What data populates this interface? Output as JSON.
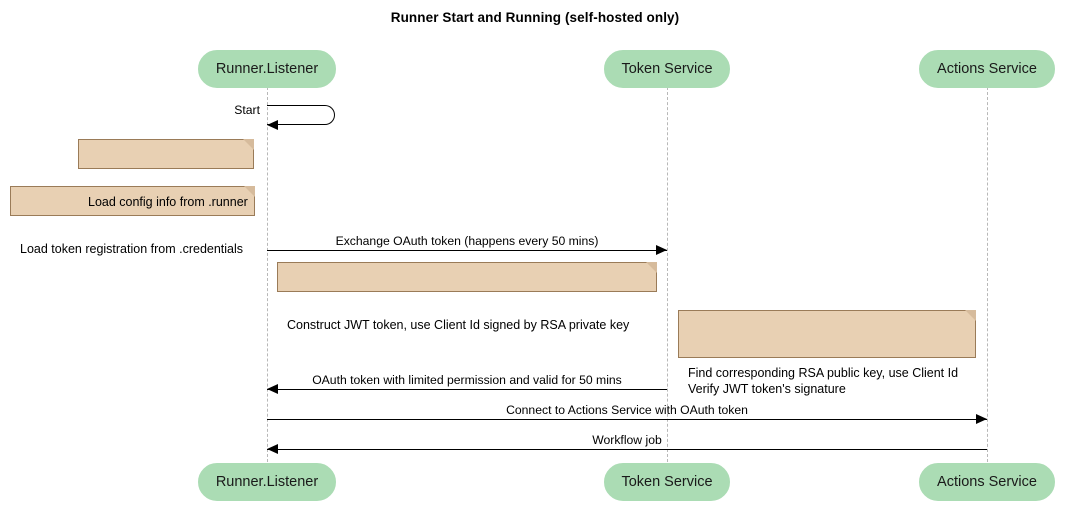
{
  "diagram": {
    "type": "sequence-diagram",
    "title": "Runner Start and Running (self-hosted only)",
    "colors": {
      "participant_fill": "#abdcb4",
      "note_fill": "#e8d0b3",
      "note_border": "#9a7b58",
      "lifeline": "#b8b8b8",
      "message": "#000000",
      "background": "#ffffff"
    },
    "participants": [
      {
        "id": "runner",
        "label": "Runner.Listener"
      },
      {
        "id": "token",
        "label": "Token Service"
      },
      {
        "id": "actions",
        "label": "Actions Service"
      }
    ],
    "participants_bottom": [
      {
        "id": "runner",
        "label": "Runner.Listener"
      },
      {
        "id": "token",
        "label": "Token Service"
      },
      {
        "id": "actions",
        "label": "Actions Service"
      }
    ],
    "messages": [
      {
        "id": "m1",
        "label": "Start",
        "from": "runner",
        "to": "runner",
        "kind": "self"
      },
      {
        "id": "m2",
        "label": "Exchange OAuth token (happens every 50 mins)",
        "from": "runner",
        "to": "token",
        "kind": "sync",
        "direction": "right"
      },
      {
        "id": "m3",
        "label": "OAuth token with limited permission and valid for 50 mins",
        "from": "token",
        "to": "runner",
        "kind": "sync",
        "direction": "left"
      },
      {
        "id": "m4",
        "label": "Connect to Actions Service with OAuth token",
        "from": "runner",
        "to": "actions",
        "kind": "sync",
        "direction": "right"
      },
      {
        "id": "m5",
        "label": "Workflow job",
        "from": "actions",
        "to": "runner",
        "kind": "sync",
        "direction": "left"
      }
    ],
    "notes": [
      {
        "id": "n1",
        "text": "Load config info from .runner",
        "attached_to": "runner"
      },
      {
        "id": "n2",
        "text": "Load token registration from .credentials",
        "attached_to": "runner"
      },
      {
        "id": "n3",
        "text": "Construct JWT token, use Client Id signed by RSA private key",
        "attached_to": "runner"
      },
      {
        "id": "n4",
        "text": "Find corresponding RSA public key, use Client Id\nVerify JWT token's signature",
        "attached_to": "token"
      }
    ]
  }
}
